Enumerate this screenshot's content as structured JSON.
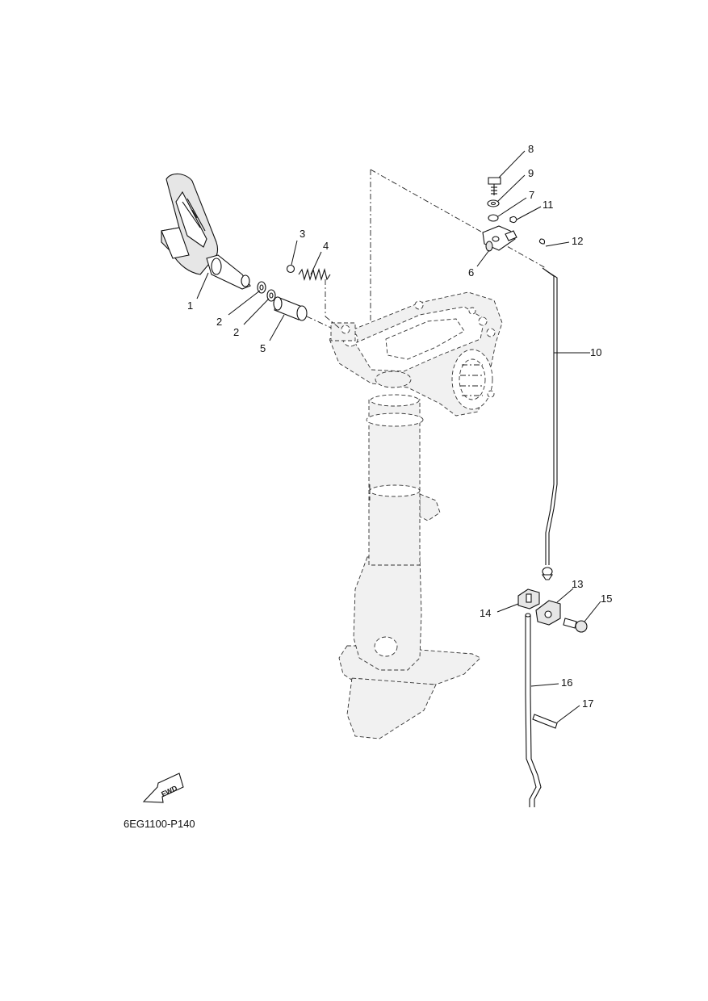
{
  "diagram": {
    "callouts": [
      {
        "id": "c1",
        "label": "1"
      },
      {
        "id": "c2a",
        "label": "2"
      },
      {
        "id": "c2b",
        "label": "2"
      },
      {
        "id": "c3",
        "label": "3"
      },
      {
        "id": "c4",
        "label": "4"
      },
      {
        "id": "c5",
        "label": "5"
      },
      {
        "id": "c6",
        "label": "6"
      },
      {
        "id": "c7",
        "label": "7"
      },
      {
        "id": "c8",
        "label": "8"
      },
      {
        "id": "c9",
        "label": "9"
      },
      {
        "id": "c10",
        "label": "10"
      },
      {
        "id": "c11",
        "label": "11"
      },
      {
        "id": "c12",
        "label": "12"
      },
      {
        "id": "c13",
        "label": "13"
      },
      {
        "id": "c14",
        "label": "14"
      },
      {
        "id": "c15",
        "label": "15"
      },
      {
        "id": "c16",
        "label": "16"
      },
      {
        "id": "c17",
        "label": "17"
      }
    ],
    "fwd_label": "FWD",
    "drawing_code": "6EG1100-P140"
  }
}
